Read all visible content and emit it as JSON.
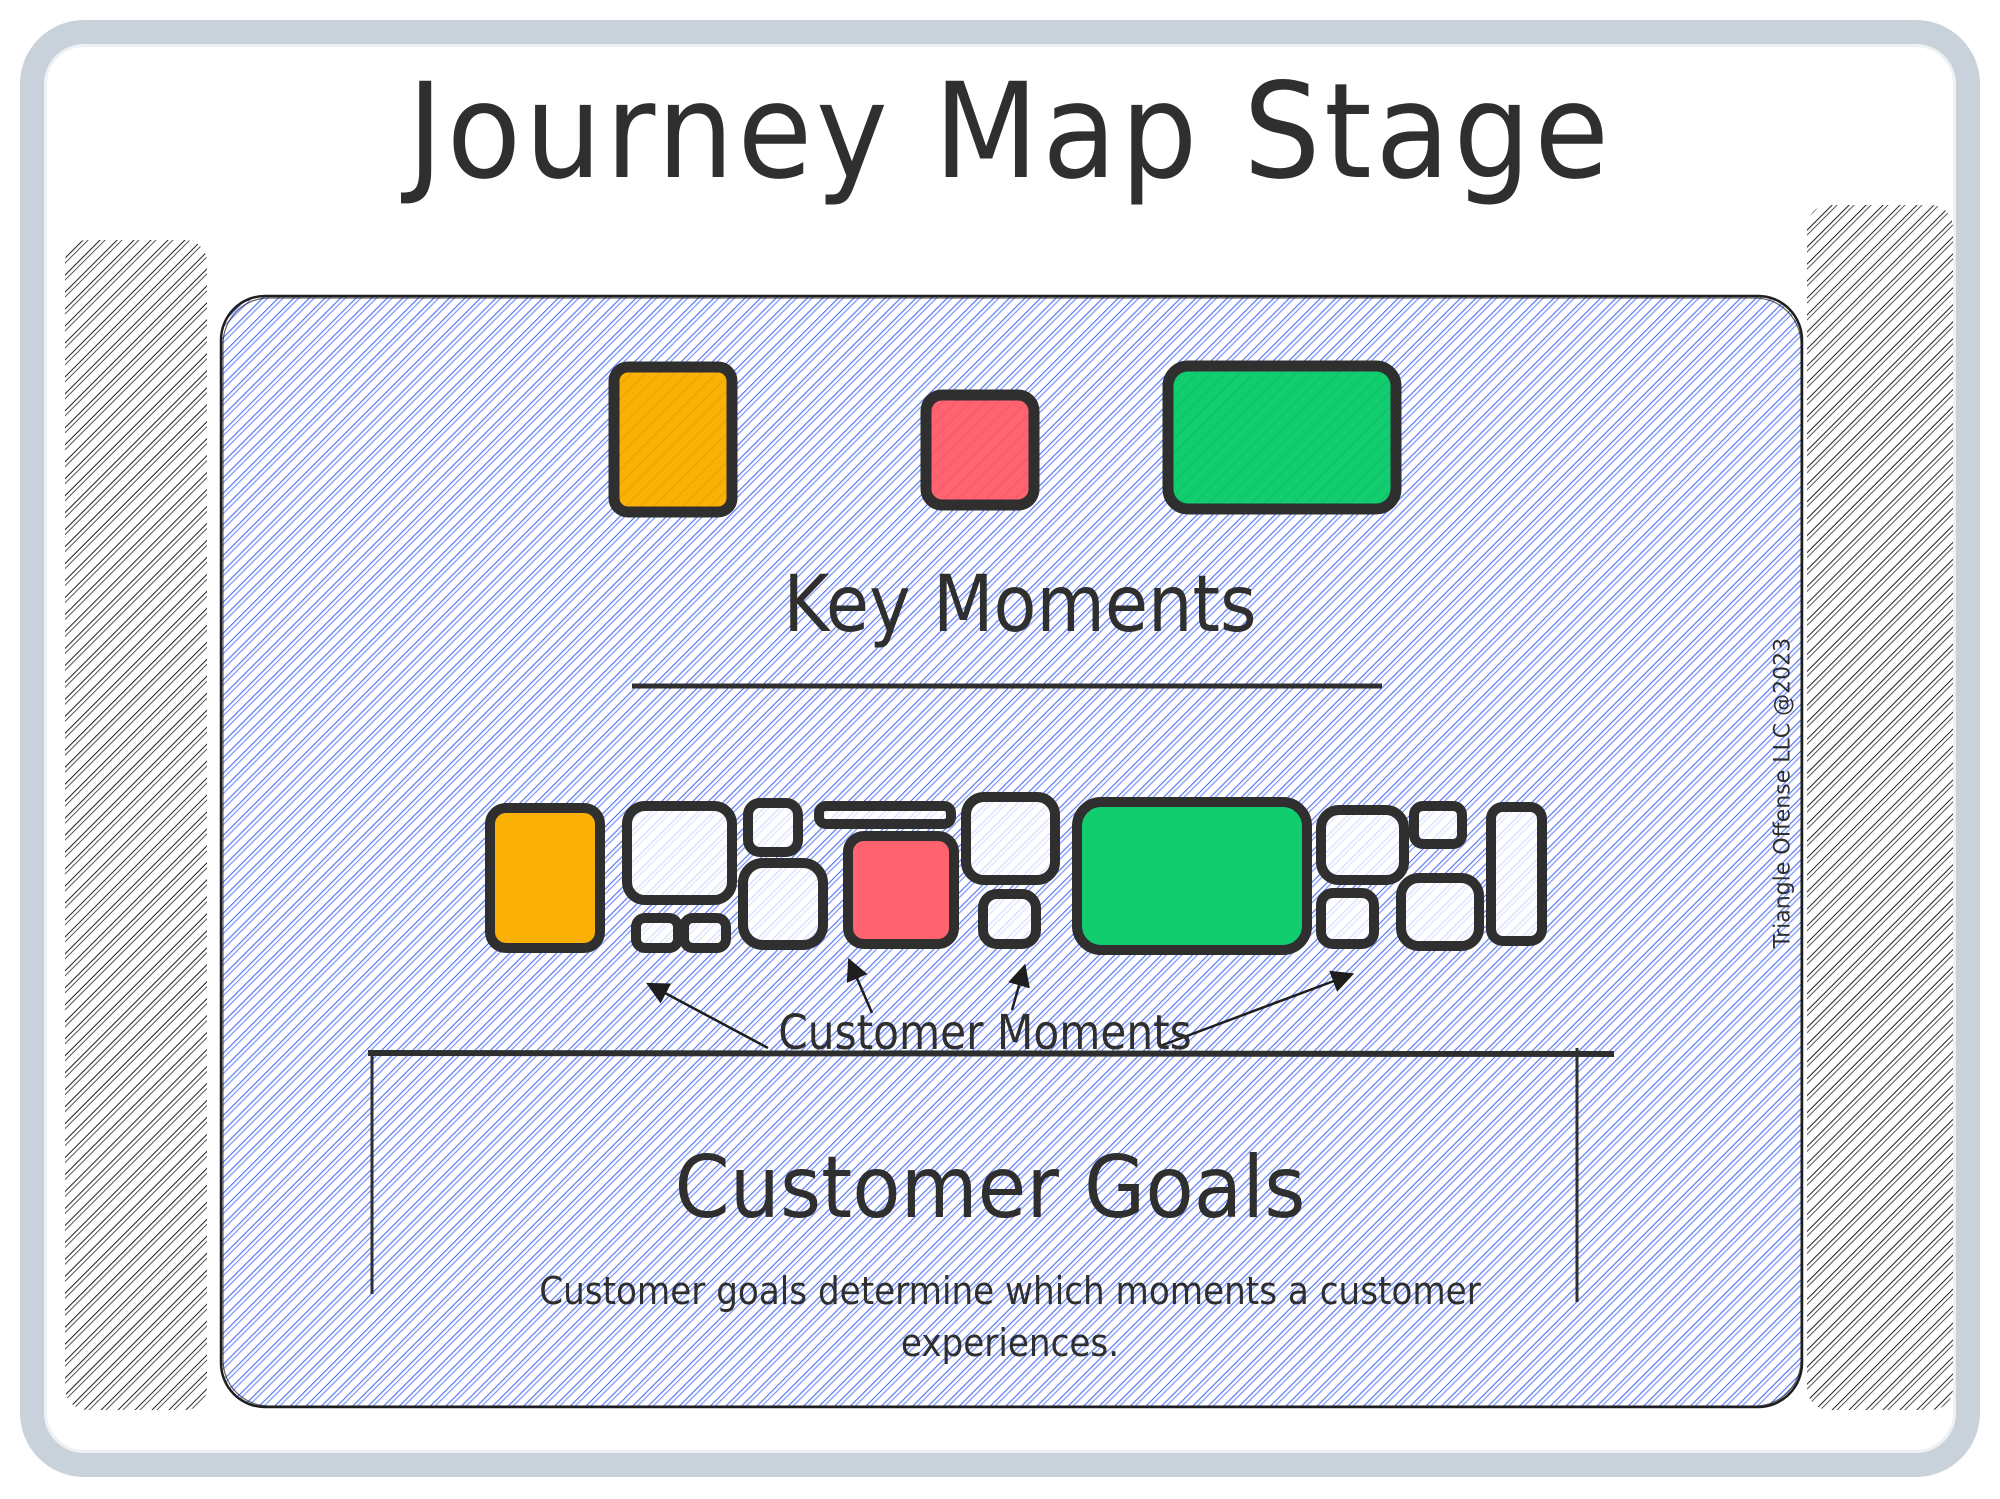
{
  "title": "Journey Map Stage",
  "sections": {
    "key_moments": {
      "label": "Key Moments",
      "cards": [
        {
          "name": "key-moment-yellow",
          "color": "#fab005"
        },
        {
          "name": "key-moment-red",
          "color": "#ff6370"
        },
        {
          "name": "key-moment-green",
          "color": "#12cd6e"
        }
      ]
    },
    "customer_moments": {
      "label": "Customer Moments",
      "highlighted_colors": {
        "yellow": "#fab005",
        "red": "#ff6370",
        "green": "#12cd6e"
      },
      "blank_card_count": 14
    },
    "customer_goals": {
      "label": "Customer Goals",
      "description": "Customer goals determine which moments a customer experiences."
    }
  },
  "credit": "Triangle Offense LLC @2023",
  "colors": {
    "frame": "#c9d1da",
    "hatch_blue": "#4c6ef5",
    "hatch_black": "#1e1e1e",
    "ink": "#2f2f2f"
  }
}
